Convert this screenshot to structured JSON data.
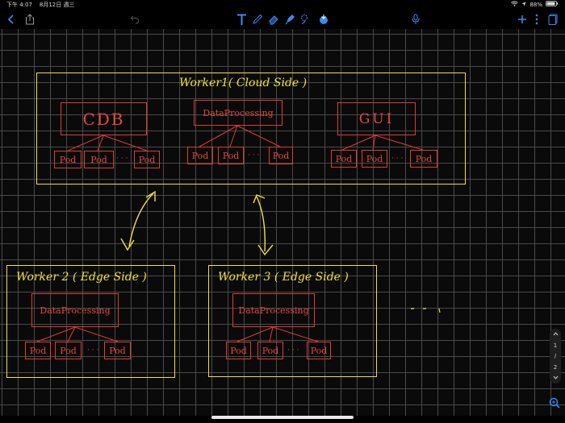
{
  "status_bar": {
    "time": "下午 4:07",
    "date": "8月12日 週三",
    "battery": "88%"
  },
  "toolbar": {
    "left_icons": [
      "back-icon",
      "share-icon"
    ],
    "center_icons": [
      "undo-icon",
      "text-tool-icon",
      "pen-icon",
      "eraser-icon",
      "highlighter-icon",
      "lasso-icon",
      "insert-icon",
      "microphone-icon"
    ],
    "right_icons": [
      "add-icon",
      "more-icon",
      "pages-icon"
    ]
  },
  "diagram": {
    "worker1": {
      "title": "Worker1( Cloud Side )",
      "components": [
        {
          "name": "CDB",
          "pods": [
            "Pod",
            "Pod",
            "Pod"
          ]
        },
        {
          "name": "DataProcessing",
          "pods": [
            "Pod",
            "Pod",
            "Pod"
          ]
        },
        {
          "name": "GUI",
          "pods": [
            "Pod",
            "Pod",
            "Pod"
          ]
        }
      ]
    },
    "worker2": {
      "title": "Worker 2 ( Edge Side )",
      "component": "DataProcessing",
      "pods": [
        "Pod",
        "Pod",
        "Pod"
      ]
    },
    "worker3": {
      "title": "Worker 3 ( Edge Side )",
      "component": "DataProcessing",
      "pods": [
        "Pod",
        "Pod",
        "Pod"
      ]
    },
    "ellipsis": "· · ·",
    "side_mark": "- - ,"
  },
  "page_indicator": {
    "current": "1",
    "separator": "/",
    "total": "2"
  },
  "colors": {
    "background": "#000000",
    "grid": "#4a4a4a",
    "yellow_ink": "#f0e234",
    "red_ink": "#e23a2e",
    "accent_blue": "#3b8cf5"
  }
}
